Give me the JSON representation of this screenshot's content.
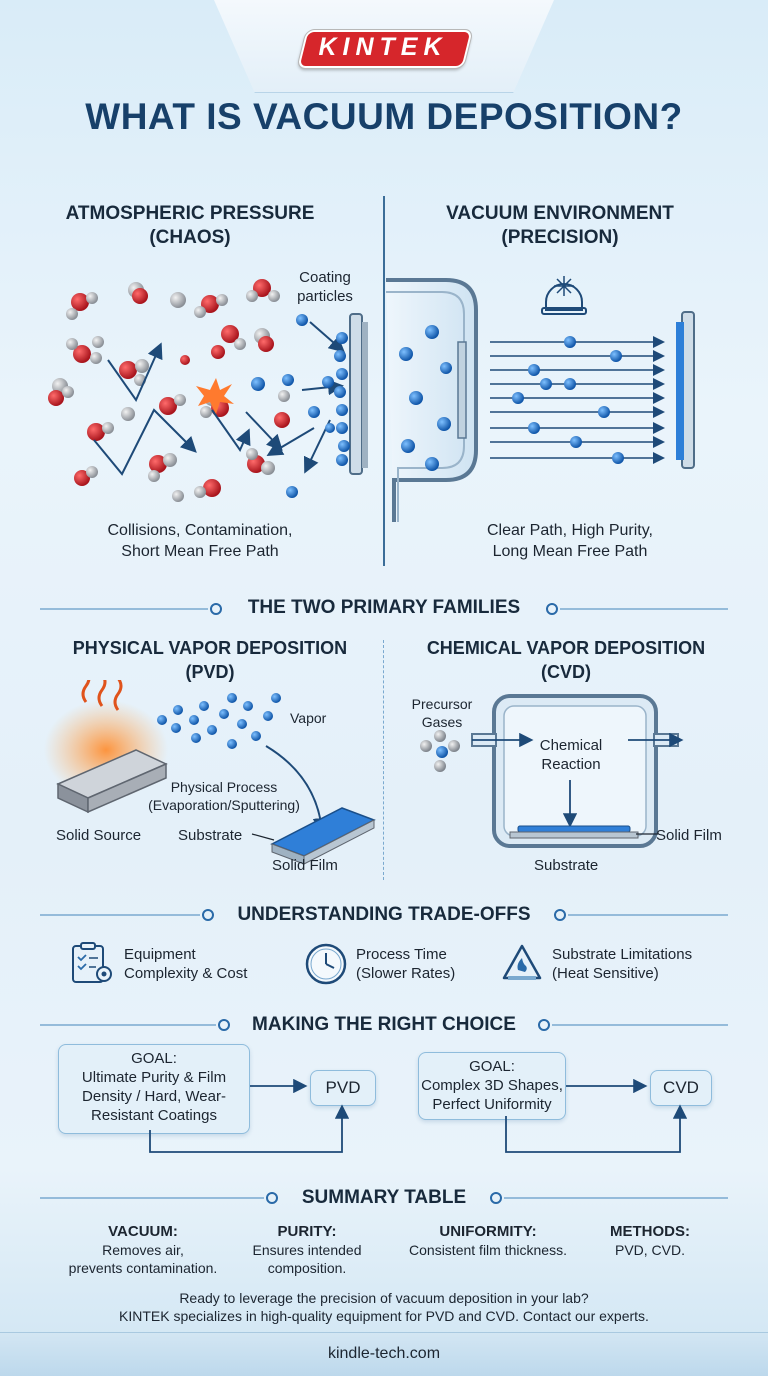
{
  "brand": {
    "logo": "KINTEK",
    "website": "kindle-tech.com"
  },
  "title": "WHAT IS VACUUM DEPOSITION?",
  "comparison": {
    "left": {
      "title_line1": "ATMOSPHERIC PRESSURE",
      "title_line2": "(CHAOS)",
      "particle_label_1": "Coating",
      "particle_label_2": "particles",
      "caption_line1": "Collisions, Contamination,",
      "caption_line2": "Short Mean Free Path"
    },
    "right": {
      "title_line1": "VACUUM ENVIRONMENT",
      "title_line2": "(PRECISION)",
      "caption_line1": "Clear Path, High Purity,",
      "caption_line2": "Long Mean Free Path"
    }
  },
  "families": {
    "section_title": "THE TWO PRIMARY FAMILIES",
    "pvd": {
      "title_line1": "PHYSICAL VAPOR DEPOSITION",
      "title_line2": "(PVD)",
      "vapor": "Vapor",
      "process_line1": "Physical Process",
      "process_line2": "(Evaporation/Sputtering)",
      "solid_source": "Solid Source",
      "substrate": "Substrate",
      "solid_film": "Solid Film"
    },
    "cvd": {
      "title_line1": "CHEMICAL VAPOR DEPOSITION",
      "title_line2": "(CVD)",
      "precursor_line1": "Precursor",
      "precursor_line2": "Gases",
      "reaction_line1": "Chemical",
      "reaction_line2": "Reaction",
      "solid_film": "Solid Film",
      "substrate": "Substrate"
    }
  },
  "tradeoffs": {
    "section_title": "UNDERSTANDING TRADE-OFFS",
    "items": [
      {
        "icon": "clipboard-gear-icon",
        "line1": "Equipment",
        "line2": "Complexity & Cost"
      },
      {
        "icon": "clock-icon",
        "line1": "Process Time",
        "line2": "(Slower Rates)"
      },
      {
        "icon": "heat-warning-icon",
        "line1": "Substrate Limitations",
        "line2": "(Heat Sensitive)"
      }
    ]
  },
  "choice": {
    "section_title": "MAKING THE RIGHT CHOICE",
    "pvd_goal": {
      "label": "GOAL:",
      "line1": "Ultimate Purity & Film",
      "line2": "Density / Hard, Wear-",
      "line3": "Resistant Coatings",
      "result": "PVD"
    },
    "cvd_goal": {
      "label": "GOAL:",
      "line1": "Complex 3D Shapes,",
      "line2": "Perfect Uniformity",
      "result": "CVD"
    }
  },
  "summary": {
    "section_title": "SUMMARY TABLE",
    "columns": [
      {
        "heading": "VACUUM:",
        "line1": "Removes air,",
        "line2": "prevents contamination."
      },
      {
        "heading": "PURITY:",
        "line1": "Ensures intended",
        "line2": "composition."
      },
      {
        "heading": "UNIFORMITY:",
        "line1": "Consistent film thickness.",
        "line2": ""
      },
      {
        "heading": "METHODS:",
        "line1": "PVD, CVD.",
        "line2": ""
      }
    ]
  },
  "cta": {
    "line1": "Ready to leverage the precision of vacuum deposition in your lab?",
    "line2": "KINTEK specializes in high-quality equipment for PVD and CVD. Contact our experts."
  },
  "colors": {
    "title_navy": "#17406a",
    "logo_red": "#d6262b",
    "particle_blue": "#1a6cc8",
    "atom_red": "#c8202a",
    "line_blue": "#1e4a78"
  }
}
